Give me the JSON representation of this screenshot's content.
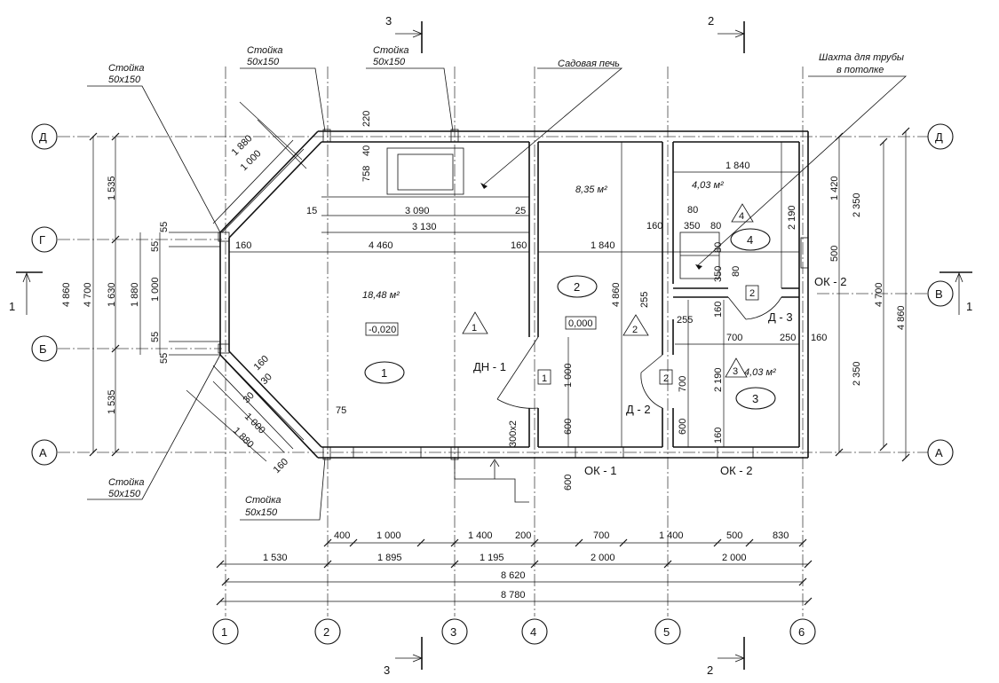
{
  "axes_vertical": [
    "1",
    "2",
    "3",
    "4",
    "5",
    "6"
  ],
  "axes_horizontal": [
    "Д",
    "Г",
    "В",
    "Б",
    "А"
  ],
  "section_marks": {
    "s3": "3",
    "s2": "2",
    "s1": "1"
  },
  "callouts": {
    "post": "Стойка",
    "post_size": "50x150",
    "stove": "Садовая печь",
    "shaft_line1": "Шахта для трубы",
    "shaft_line2": "в потолке"
  },
  "rooms": [
    {
      "num": "1",
      "area": "18,48 м²",
      "level": "-0,020"
    },
    {
      "num": "2",
      "area": "8,35 м²",
      "level": "0,000"
    },
    {
      "num": "3",
      "area": "4,03 м²"
    },
    {
      "num": "4",
      "area": "4,03 м²"
    }
  ],
  "openings": {
    "dn1": "ДН - 1",
    "d2": "Д - 2",
    "d3": "Д - 3",
    "ok1": "ОК - 1",
    "ok2a": "ОК - 2",
    "ok2b": "ОК - 2",
    "ok2": "ОК - 2"
  },
  "door_marks": {
    "m1": "1",
    "m2": "2"
  },
  "vent": "300x2",
  "dims_bottom_row1": [
    "400",
    "1 000",
    "1 400",
    "200",
    "700",
    "1 400",
    "500",
    "830"
  ],
  "dims_bottom_row2": [
    "1 530",
    "1 895",
    "1 195",
    "2 000",
    "2 000"
  ],
  "dims_bottom_row3": "8 620",
  "dims_bottom_row4": "8 780",
  "dims_left": {
    "d1535a": "1 535",
    "d1630": "1 630",
    "d1535b": "1 535",
    "d4700": "4 700",
    "d4860": "4 860",
    "d1880": "1 880",
    "d1000": "1 000",
    "d55a": "55",
    "d55b": "55",
    "d55c": "55",
    "d55d": "55"
  },
  "dims_right": {
    "d1420": "1 420",
    "d500": "500",
    "d2350a": "2 350",
    "d2350b": "2 350",
    "d4700": "4 700",
    "d4860": "4 860"
  },
  "dims_misc": {
    "top220": "220",
    "top758": "758",
    "top40": "40",
    "top15": "15",
    "top3090": "3 090",
    "top25": "25",
    "top3130": "3 130",
    "top4460": "4 460",
    "top160a": "160",
    "top160b": "160",
    "top1840a": "1 840",
    "top1840b": "1 840",
    "diag1880a": "1 880",
    "diag1000a": "1 000",
    "diag1880b": "1 880",
    "diag1000b": "1 000",
    "diag160a": "160",
    "diag160b": "160",
    "diag30a": "30",
    "diag30b": "30",
    "d75": "75",
    "r4860": "4 860",
    "r1000": "1 000",
    "r600a": "600",
    "r600b": "600",
    "r255a": "255",
    "r255b": "255",
    "r160c": "160",
    "r80a": "80",
    "r80b": "80",
    "r80c": "80",
    "r350a": "350",
    "r350b": "350",
    "r80d": "80",
    "r160d": "160",
    "r2190a": "2 190",
    "r2190b": "2 190",
    "r700a": "700",
    "r700b": "700",
    "r250": "250",
    "r160e": "160",
    "r600c": "600",
    "r160f": "160"
  }
}
